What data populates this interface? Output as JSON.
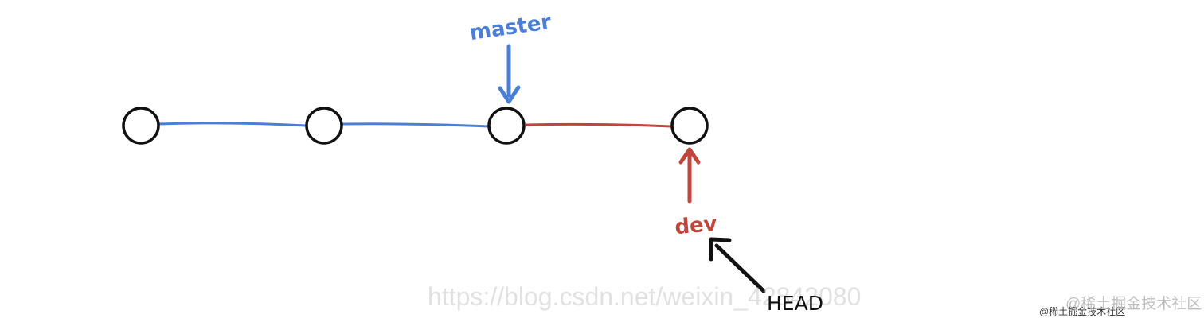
{
  "diagram": {
    "commits": [
      "c1",
      "c2",
      "c3",
      "c4"
    ],
    "edges": [
      {
        "from": "c1",
        "to": "c2",
        "branch": "master"
      },
      {
        "from": "c2",
        "to": "c3",
        "branch": "master"
      },
      {
        "from": "c3",
        "to": "c4",
        "branch": "dev"
      }
    ],
    "pointers": [
      {
        "label": "master",
        "points_to": "c3",
        "color": "#4a7fd6"
      },
      {
        "label": "dev",
        "points_to": "c4",
        "color": "#c0453c"
      },
      {
        "label": "HEAD",
        "points_to": "dev",
        "color": "#111111"
      }
    ]
  },
  "colors": {
    "master": "#4a7fd6",
    "dev": "#c0453c",
    "head": "#111111",
    "node_stroke": "#111111"
  },
  "watermarks": {
    "csdn": "https://blog.csdn.net/weixin_42842080",
    "juejin_small": "@稀土掘金技术社区",
    "juejin": "@稀土掘金技术社区"
  }
}
